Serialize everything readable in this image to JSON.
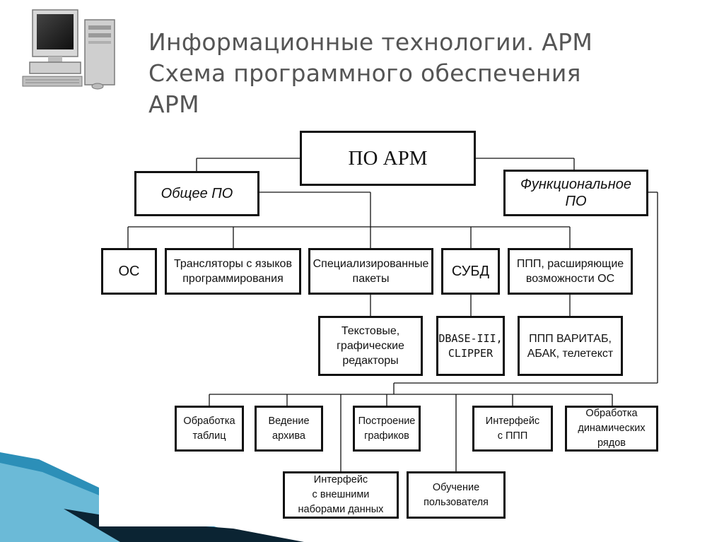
{
  "title": {
    "line1": "Информационные технологии. АРМ",
    "line2": "Схема программного обеспечения",
    "line3": "АРМ"
  },
  "diagram": {
    "root": "ПО АРМ",
    "general": "Общее ПО",
    "functional": "Функциональное\nПО",
    "general_children": {
      "os": "ОС",
      "translators": "Трансляторы с языков\nпрограммирования",
      "special": "Специализированные\nпакеты",
      "dbms": "СУБД",
      "ppp": "ППП, расширяющие\nвозможности ОС"
    },
    "third_level": {
      "editors": "Текстовые,\nграфические\nредакторы",
      "dbase": "DBASE-III,\nCLIPPER",
      "varitab": "ППП ВАРИТАБ,\nАБАК, телетекст"
    },
    "functional_children": {
      "tables": "Обработка\nтаблиц",
      "archive": "Ведение\nархива",
      "graphs": "Построение\nграфиков",
      "ppp_interface": "Интерфейс\nс ППП",
      "dynamic": "Обработка\nдинамических\nрядов",
      "data_interface": "Интерфейс\nс внешними\nнаборами данных",
      "training": "Обучение\nпользователя"
    }
  },
  "colors": {
    "title": "#555555",
    "box_border": "#111111",
    "accent_blue": "#2c8fb8",
    "accent_dark": "#0b2433"
  }
}
